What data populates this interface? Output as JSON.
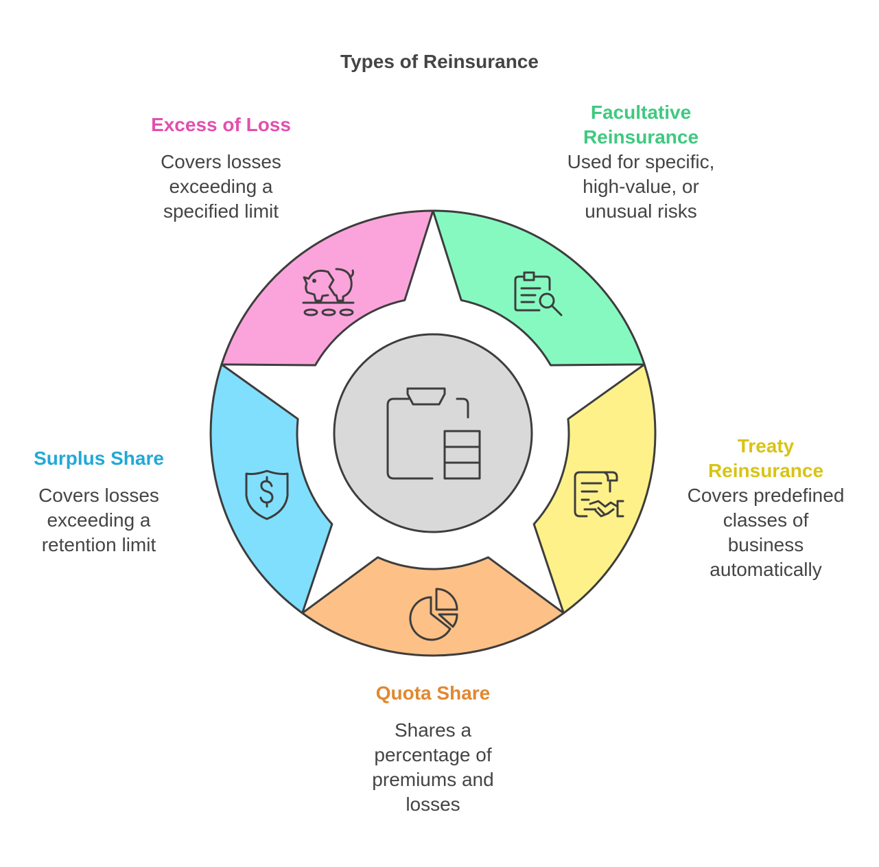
{
  "title": "Types of Reinsurance",
  "colors": {
    "excess": "#fba4dc",
    "facultative": "#86f9c1",
    "treaty": "#fef18a",
    "quota": "#fdc086",
    "surplus": "#80dffd",
    "center": "#d9d9d9",
    "outline": "#3d3d3d"
  },
  "segments": {
    "excess": {
      "heading": "Excess of Loss",
      "color": "#e24fae",
      "lines": [
        "Covers losses",
        "exceeding a",
        "specified limit"
      ],
      "icon": "broken-piggy-bank-icon"
    },
    "facultative": {
      "heading_lines": [
        "Facultative",
        "Reinsurance"
      ],
      "color": "#3fc980",
      "lines": [
        "Used for specific,",
        "high-value, or",
        "unusual risks"
      ],
      "icon": "clipboard-search-icon"
    },
    "treaty": {
      "heading_lines": [
        "Treaty",
        "Reinsurance"
      ],
      "color": "#d8c414",
      "lines": [
        "Covers predefined",
        "classes of",
        "business",
        "automatically"
      ],
      "icon": "contract-handshake-icon"
    },
    "quota": {
      "heading": "Quota Share",
      "color": "#e08830",
      "lines": [
        "Shares a",
        "percentage of",
        "premiums and",
        "losses"
      ],
      "icon": "pie-chart-icon"
    },
    "surplus": {
      "heading": "Surplus Share",
      "color": "#22a8d8",
      "lines": [
        "Covers losses",
        "exceeding a",
        "retention limit"
      ],
      "icon": "dollar-shield-icon"
    }
  },
  "center_icon": "clipboard-table-icon"
}
